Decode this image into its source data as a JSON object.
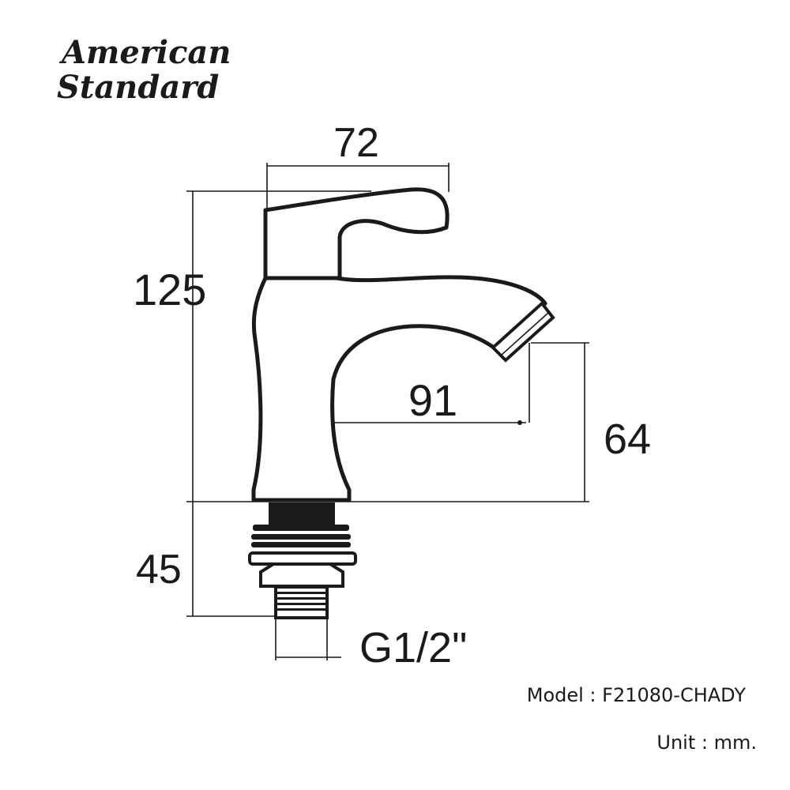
{
  "brand": {
    "line1": "American",
    "line2": "Standard"
  },
  "dimensions": {
    "handle_width": "72",
    "body_height": "125",
    "spout_reach": "91",
    "spout_height": "64",
    "shank_length": "45",
    "thread": "G1/2\""
  },
  "info": {
    "model": "Model : F21080-CHADY",
    "unit": "Unit : mm."
  },
  "colors": {
    "ink": "#1a1a1a",
    "background": "#ffffff"
  }
}
